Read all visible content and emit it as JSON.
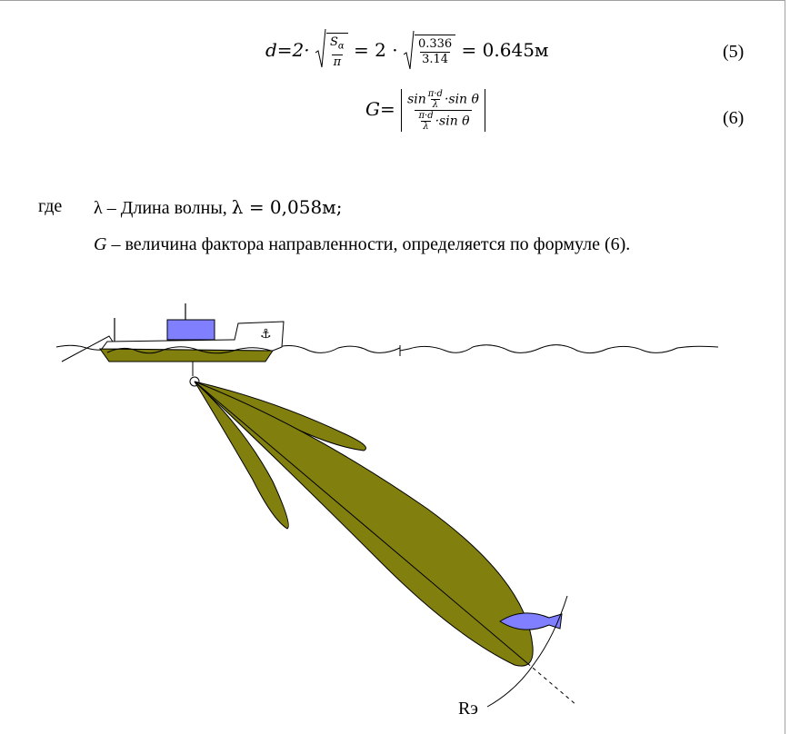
{
  "formula5": {
    "lhs": "d=2·",
    "frac1_num": "S",
    "frac1_num_sub": "α",
    "frac1_den": "π",
    "eq1": "= 2 ·",
    "frac2_num": "0.336",
    "frac2_den": "3.14",
    "rhs": "= 0.645м",
    "number": "(5)"
  },
  "formula6": {
    "lhs": "G=",
    "num_sin": "sin",
    "num_inner_num": "π·d",
    "num_inner_den": "λ",
    "num_rest": "·sin θ",
    "den_inner_num": "π·d",
    "den_inner_den": "λ",
    "den_rest": "·sin θ",
    "number": "(6)"
  },
  "text": {
    "where_word": "где",
    "lambda_line": "λ – Длина волны, ",
    "lambda_value": "λ = 0,058м;",
    "g_symbol": "G",
    "g_line": " – величина фактора направленности, определяется по формуле (6)."
  },
  "figure": {
    "label_r": "Rэ",
    "colors": {
      "lobe": "#817f0e",
      "hull": "#817f0e",
      "fish": "#7f7fff",
      "cabin": "#8080ff"
    }
  }
}
